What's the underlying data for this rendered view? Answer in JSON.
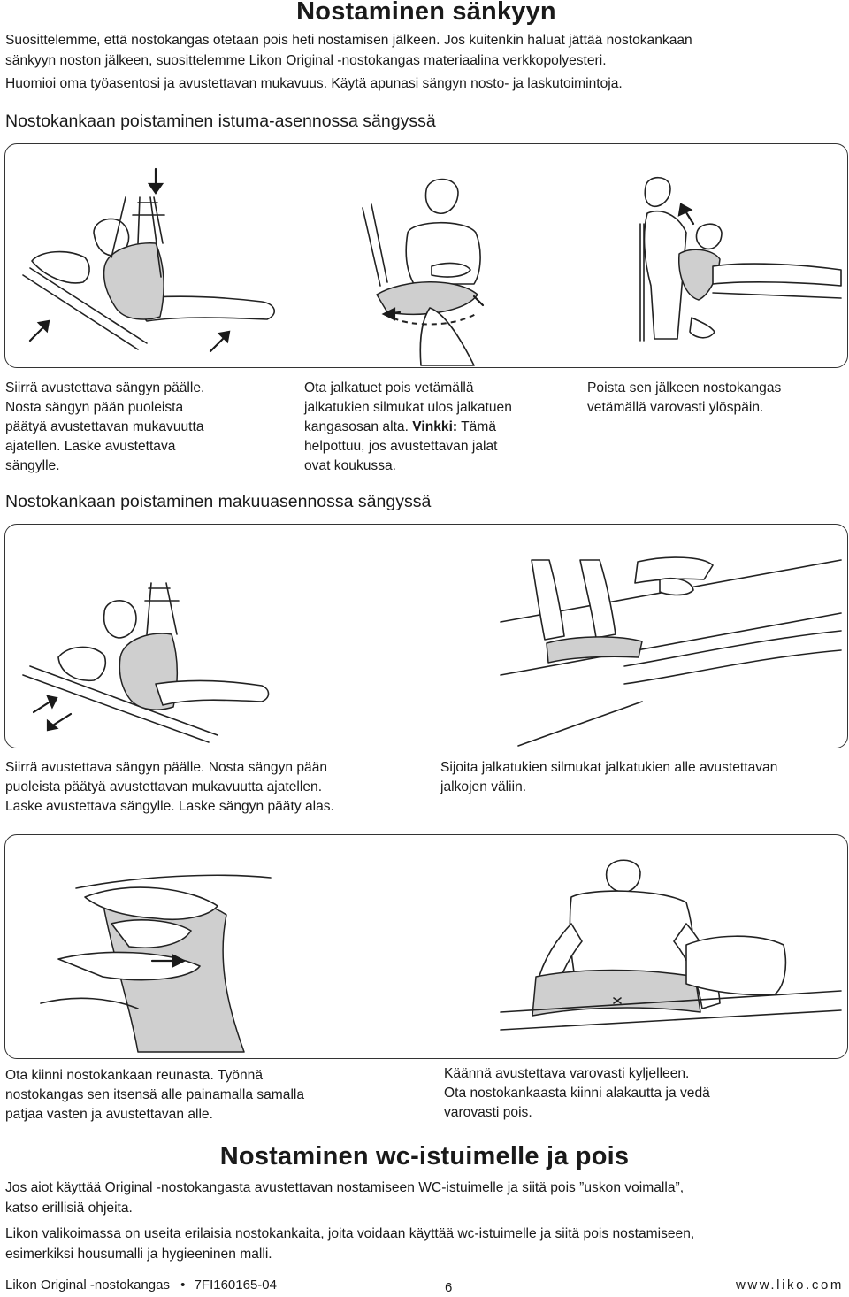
{
  "section1": {
    "title": "Nostaminen sänkyyn",
    "intro_line1": "Suosittelemme, että nostokangas otetaan pois heti nostamisen jälkeen. Jos kuitenkin haluat jättää nostokankaan",
    "intro_line2": "sänkyyn noston jälkeen, suosittelemme Likon Original -nostokangas materiaalina verkkopolyesteri.",
    "intro_line3": "Huomioi oma työasentosi ja avustettavan mukavuus. Käytä apunasi sängyn nosto- ja laskutoimintoja."
  },
  "sitting": {
    "heading": "Nostokankaan poistaminen istuma-asennossa sängyssä",
    "captions": [
      [
        "Siirrä avustettava sängyn päälle.",
        "Nosta sängyn pään puoleista",
        "päätyä avustettavan mukavuutta",
        "ajatellen. Laske avustettava",
        "sängylle."
      ],
      [
        "Ota jalkatuet pois vetämällä",
        "jalkatukien silmukat ulos jalkatuen",
        "kangasosan alta."
      ],
      [
        "Poista sen jälkeen nostokangas",
        "vetämällä varovasti ylöspäin."
      ]
    ],
    "tip_label": "Vinkki:",
    "tip_rest": " Tämä",
    "tip_lines": [
      "helpottuu, jos avustettavan jalat",
      "ovat koukussa."
    ]
  },
  "lying": {
    "heading": "Nostokankaan poistaminen makuuasennossa sängyssä",
    "caption_left": [
      "Siirrä avustettava sängyn päälle. Nosta sängyn pään",
      "puoleista päätyä avustettavan mukavuutta ajatellen.",
      "Laske avustettava sängylle. Laske sängyn pääty alas."
    ],
    "caption_right": [
      "Sijoita jalkatukien silmukat jalkatukien alle avustettavan",
      "jalkojen väliin."
    ],
    "caption_left2": [
      "Ota kiinni nostokankaan reunasta. Työnnä",
      "nostokangas sen itsensä alle painamalla samalla",
      "patjaa vasten ja avustettavan alle."
    ],
    "caption_right2": [
      "Käännä avustettava varovasti kyljelleen.",
      "Ota nostokankaasta kiinni alakautta ja vedä",
      "varovasti pois."
    ]
  },
  "section2": {
    "title": "Nostaminen wc-istuimelle ja pois",
    "para1_line1": "Jos aiot käyttää Original -nostokangasta avustettavan nostamiseen WC-istuimelle ja siitä pois ”uskon voimalla”,",
    "para1_line2": "katso erillisiä ohjeita.",
    "para2_line1": "Likon valikoimassa on useita erilaisia nostokankaita, joita voidaan käyttää wc-istuimelle ja siitä pois nostamiseen,",
    "para2_line2": "esimerkiksi housumalli ja hygieeninen malli."
  },
  "footer": {
    "left": "Likon Original -nostokangas",
    "bullet": "•",
    "code": "7FI160165-04",
    "page": "6",
    "url": "www.liko.com"
  }
}
